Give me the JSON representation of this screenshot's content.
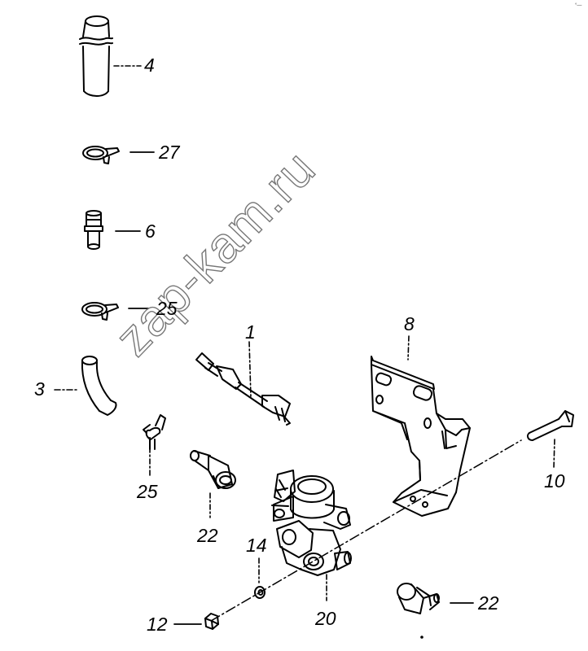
{
  "watermark": "zap-kam.ru",
  "corner_mark": "°—",
  "callouts": [
    {
      "id": "c4",
      "text": "4"
    },
    {
      "id": "c27",
      "text": "27"
    },
    {
      "id": "c6",
      "text": "6"
    },
    {
      "id": "c25a",
      "text": "25"
    },
    {
      "id": "c3",
      "text": "3"
    },
    {
      "id": "c1",
      "text": "1"
    },
    {
      "id": "c8",
      "text": "8"
    },
    {
      "id": "c25b",
      "text": "25"
    },
    {
      "id": "c22a",
      "text": "22"
    },
    {
      "id": "c10",
      "text": "10"
    },
    {
      "id": "c14",
      "text": "14"
    },
    {
      "id": "c20",
      "text": "20"
    },
    {
      "id": "c12",
      "text": "12"
    },
    {
      "id": "c22b",
      "text": "22"
    }
  ]
}
